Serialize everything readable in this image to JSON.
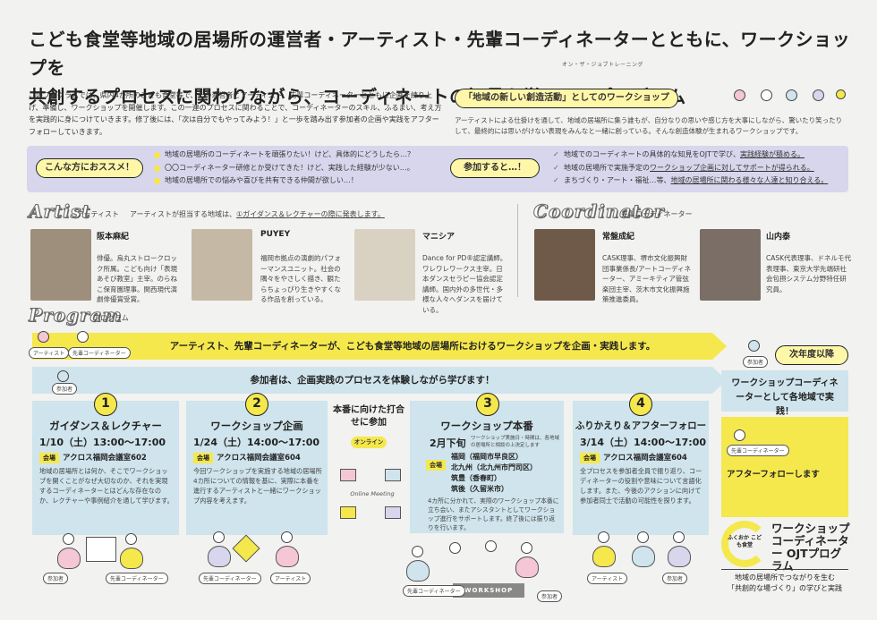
{
  "headline": {
    "line1": "こども食堂等地域の居場所の運営者・アーティスト・先輩コーディネーターとともに、ワークショップを",
    "line2": "共創するプロセスに関わりながら、コーディネートの知見を学ぶOJTプログラム",
    "ruby": "オン・ザ・ジョブトレーニング"
  },
  "intro": "このプログラムでは、県内4か所のこども食堂等で、その運営者とアーティスト、先輩コーディネーターとともに企画を練り上げ、準備し、ワークショップを開催します。この一連のプロセスに関わることで、コーディネーターのスキル、ふるまい、考え方を実践的に身につけていきます。修了後には、「次は自分でもやってみよう！」と一歩を踏み出す参加者の企画や実践をアフターフォローしていきます。",
  "creative_section": {
    "title": "「地域の新しい創造活動」としてのワークショップ",
    "desc": "アーティストによる仕掛けを通して、地域の居場所に集う誰もが、自分なりの思いや感じ方を大事にしながら、驚いたり笑ったりして、最終的には思いがけない表現をみんなと一緒に創っている。そんな創造体験が生まれるワークショップです。"
  },
  "recommend": {
    "label": "こんな方におススメ！",
    "items": [
      "地域の居場所のコーディネートを頑張りたい！けど、具体的にどうしたら…？",
      "〇〇コーディネーター研修とか受けてきた！けど、実践した経験が少ない…。",
      "地域の居場所での悩みや喜びを共有できる仲間が欲しい…！"
    ]
  },
  "benefits": {
    "label": "参加すると…！",
    "items": [
      {
        "pre": "地域でのコーディネートの具体的な知見をOJTで学び、",
        "u": "実践経験が積める。"
      },
      {
        "pre": "地域の居場所で実施予定の",
        "u": "ワークショップ企画に対してサポートが得られる。"
      },
      {
        "pre": "まちづくり・アート・福祉…等、",
        "u": "地域の居場所に関わる様々な人達と知り合える。"
      }
    ]
  },
  "artist": {
    "title": "Artist",
    "sub": "アーティスト",
    "note_pre": "アーティストが担当する地域は、",
    "note_u": "①ガイダンス＆レクチャーの際に発表します。",
    "people": [
      {
        "name": "阪本麻紀",
        "desc": "俳優。烏丸ストロークロック所属。こども向け「表現あそび教室」主宰。のらねこ保育園理事。関西現代演劇俳優賞受賞。"
      },
      {
        "name": "PUYEY",
        "desc": "福岡市拠点の演劇的パフォーマンスユニット。社会の隅々をやさしく描き、観たらちょっぴり生きやすくなる作品を創っている。"
      },
      {
        "name": "マニシア",
        "desc": "Dance for PD®認定講師。ワレワレワークス主宰。日本ダンスセラピー協会認定講師。国内外の多世代・多様な人々へダンスを届けている。"
      }
    ]
  },
  "coordinator": {
    "title": "Coordinator",
    "sub": "先輩コーディネーター",
    "people": [
      {
        "name": "常盤成紀",
        "desc": "CASK理事、堺市文化振興財団事業係長/アートコーディネーター、アミーキティア管弦楽団主宰、茨木市文化振興施策推進委員。"
      },
      {
        "name": "山内泰",
        "desc": "CASK代表理事、ドネルモ代表理事、東京大学先端研社会包摂システム分野特任研究員。"
      }
    ]
  },
  "program": {
    "title": "Program",
    "sub": "プログラム",
    "flow_yellow": "アーティスト、先輩コーディネーターが、こども食堂等地域の居場所におけるワークショップを企画・実践します。",
    "flow_blue": "参加者は、企画実践のプロセスを体験しながら学びます！",
    "bubble_artist": "アーティスト",
    "bubble_coord": "先輩コーディネーター",
    "bubble_participant": "参加者"
  },
  "steps": [
    {
      "num": "1",
      "title": "ガイダンス＆レクチャー",
      "date": "1/10（土）13:00〜17:00",
      "venue_tag": "会場",
      "venue": "アクロス福岡会議室602",
      "desc": "地域の居場所とは何か、そこでワークショップを開くことがなぜ大切なのか、それを実現するコーディネーターとはどんな存在なのか、レクチャーや事例紹介を通して学びます。"
    },
    {
      "num": "2",
      "title": "ワークショップ企画",
      "date": "1/24（土）14:00〜17:00",
      "venue_tag": "会場",
      "venue": "アクロス福岡会議室604",
      "desc": "今回ワークショップを実施する地域の居場所4カ所についての情報を基に、実際に本番を進行するアーティストと一緒にワークショップ内容を考えます。"
    },
    {
      "num": "3",
      "title": "ワークショップ本番",
      "date": "2月下旬",
      "date_note": "ワークショップ実施日・時間は、各地域の居場所と相談の上決定します",
      "venue_tag": "会場",
      "venue_lines": [
        "福岡（福岡市早良区）",
        "北九州（北九州市門司区）",
        "筑豊（香春町）",
        "筑後（久留米市）"
      ],
      "desc": "4カ所に分かれて、実際のワークショップ本番に立ち会い、またアシスタントとしてワークショップ進行をサポートします。終了後には振り返りを行います。"
    },
    {
      "num": "4",
      "title": "ふりかえり＆アフターフォロー",
      "date": "3/14（土）14:00〜17:00",
      "venue_tag": "会場",
      "venue": "アクロス福岡会議室604",
      "desc": "全プロセスを参加者全員で振り返り、コーディネーターの役割や意味について言語化します。また、今後のアクションに向けて参加者同士で活動の可能性を探ります。"
    }
  ],
  "online_meeting": {
    "title": "本番に向けた打合せに参加",
    "tag": "オンライン",
    "screen": "Online Meeting"
  },
  "workshop_sign": "WORKSHOP",
  "next_year": {
    "label": "次年度以降",
    "text": "ワークショップコーディネーターとして各地域で実践！",
    "coord_bubble": "先輩コーディネーター",
    "after": "アフターフォローします"
  },
  "logo": {
    "ring": "ふくおか こども食堂",
    "text": "ワークショップ コーディネーター OJTプログラム",
    "tagline1": "地域の居場所でつながりを生む",
    "tagline2": "「共創的な場づくり」の学びと実践"
  },
  "colors": {
    "yellow": "#f5e84c",
    "blue": "#cfe4ec",
    "lavender": "#d8d6ec",
    "pink": "#f5c6d6"
  }
}
